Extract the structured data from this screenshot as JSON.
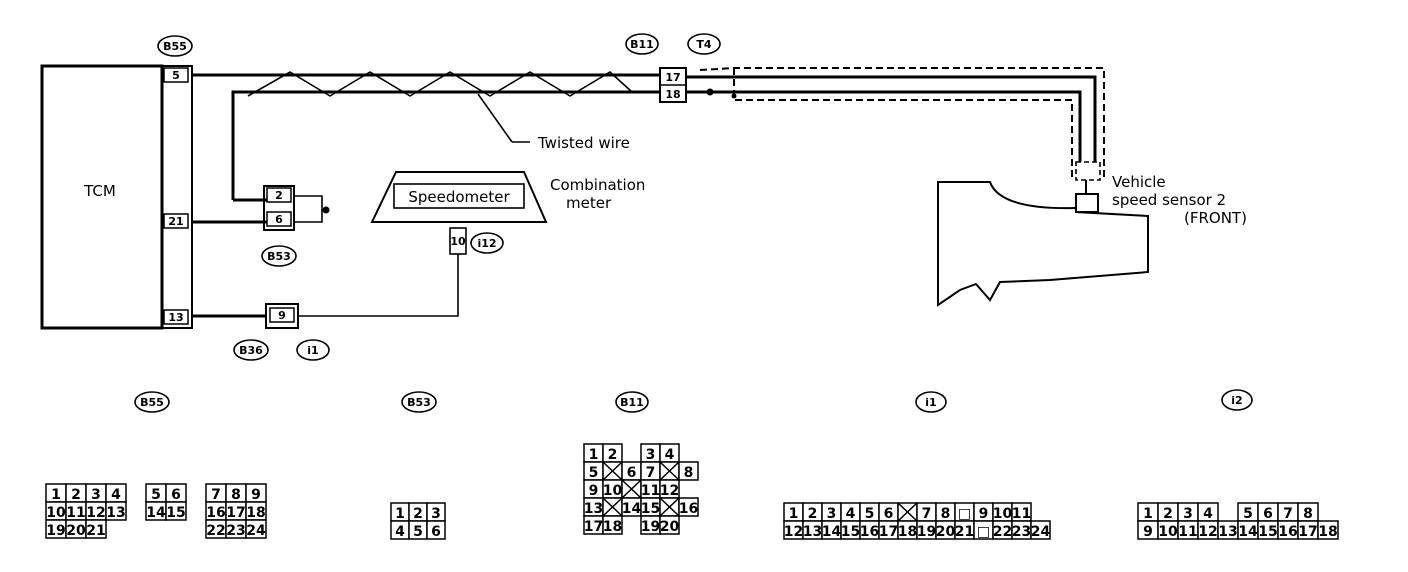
{
  "labels": {
    "tcm": "TCM",
    "twisted_wire": "Twisted wire",
    "combination_meter": [
      "Combination",
      "meter"
    ],
    "speedometer": "Speedometer",
    "sensor": [
      "Vehicle",
      "speed sensor 2",
      "(FRONT)"
    ]
  },
  "connector_tags": {
    "b55": "B55",
    "b11": "B11",
    "t4": "T4",
    "b53": "B53",
    "i12": "i12",
    "b36": "B36",
    "i1": "i1",
    "i2": "i2"
  },
  "pins": {
    "tcm_5": "5",
    "tcm_21": "21",
    "tcm_13": "13",
    "b11_17": "17",
    "b11_18": "18",
    "b53_2": "2",
    "b53_6": "6",
    "meter_10": "10",
    "b36_9": "9"
  },
  "faces": {
    "b55": [
      [
        "1",
        "2",
        "3",
        "4",
        "",
        "5",
        "6",
        "",
        "7",
        "8",
        "9"
      ],
      [
        "10",
        "11",
        "12",
        "13",
        "",
        "14",
        "15",
        "",
        "16",
        "17",
        "18"
      ],
      [
        "19",
        "20",
        "21",
        "",
        "",
        "",
        "",
        "",
        "22",
        "23",
        "24"
      ]
    ],
    "b53": [
      [
        "1",
        "2",
        "3"
      ],
      [
        "4",
        "5",
        "6"
      ]
    ],
    "b11": [
      [
        "1",
        "2",
        "",
        "3",
        "4"
      ],
      [
        "5",
        "x",
        "6",
        "7",
        "x",
        "8"
      ],
      [
        "9",
        "10",
        "x",
        "11",
        "12"
      ],
      [
        "13",
        "x",
        "14",
        "15",
        "x",
        "16"
      ],
      [
        "17",
        "18",
        "",
        "19",
        "20"
      ]
    ],
    "i1": [
      [
        "1",
        "2",
        "3",
        "4",
        "5",
        "6",
        "x",
        "7",
        "8",
        "□",
        "9",
        "10",
        "11"
      ],
      [
        "12",
        "13",
        "14",
        "15",
        "16",
        "17",
        "18",
        "19",
        "20",
        "21",
        "□",
        "22",
        "23",
        "24"
      ]
    ],
    "i2": [
      [
        "1",
        "2",
        "3",
        "4",
        "",
        "5",
        "6",
        "7",
        "8"
      ],
      [
        "9",
        "10",
        "11",
        "12",
        "13",
        "14",
        "15",
        "16",
        "17",
        "18"
      ]
    ]
  }
}
